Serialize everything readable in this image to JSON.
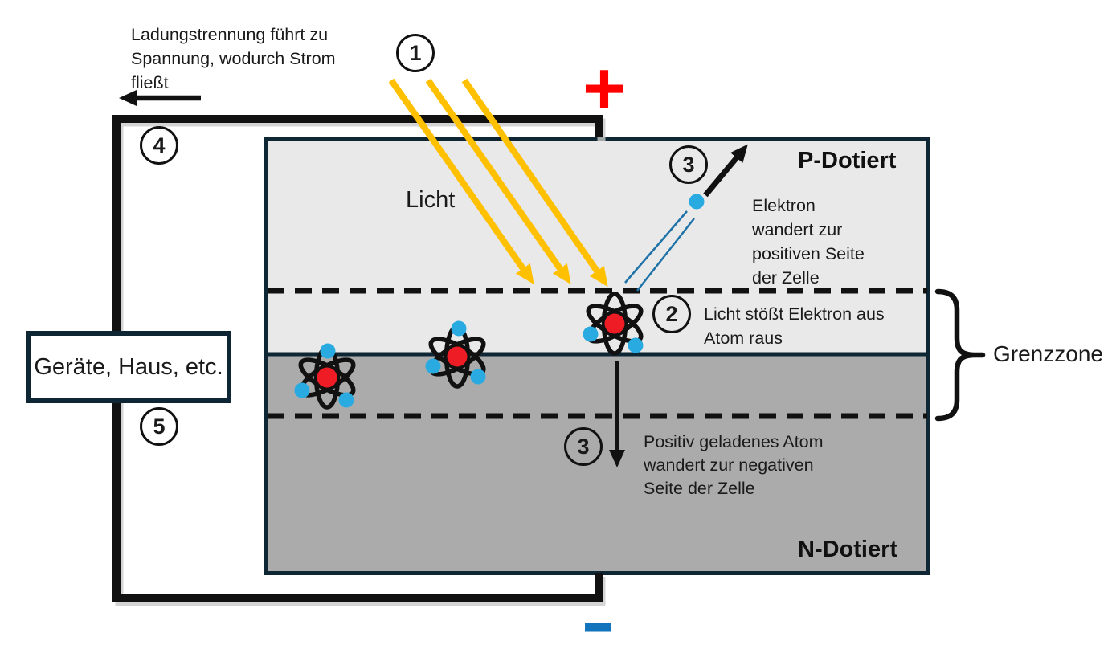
{
  "diagram": {
    "labels": {
      "light": "Licht",
      "p_region": "P-Dotiert",
      "n_region": "N-Dotiert",
      "boundary_zone": "Grenzzone",
      "load_box": "Geräte, Haus, etc.",
      "plus": "+",
      "minus": "−"
    },
    "notes": {
      "charge": {
        "lines": [
          "Ladungstrennung führt zu",
          "Spannung, wodurch Strom",
          "fließt"
        ]
      },
      "electron": {
        "lines": [
          "Elektron",
          "wandert zur",
          "positiven Seite",
          "der Zelle"
        ]
      },
      "knock": {
        "lines": [
          "Licht stößt Elektron aus",
          "Atom raus"
        ]
      },
      "atom": {
        "lines": [
          "Positiv geladenes Atom",
          "wandert zur negativen",
          "Seite der Zelle"
        ]
      }
    },
    "markers": {
      "step1": "1",
      "step2": "2",
      "step3_up": "3",
      "step3_down": "3",
      "step4": "4",
      "step5": "5"
    },
    "colors": {
      "cell_border": "#0f2734",
      "p_region_fill": "#e9e9e9",
      "n_region_fill": "#ababab",
      "wire_black": "#111111",
      "light_ray_yellow": "#ffc000",
      "electron_blue": "#29abe2",
      "nucleus_red": "#ee1c25",
      "plus_red": "#ff0000",
      "minus_blue": "#1274bc",
      "motion_line_teal": "#1f72a8"
    }
  }
}
